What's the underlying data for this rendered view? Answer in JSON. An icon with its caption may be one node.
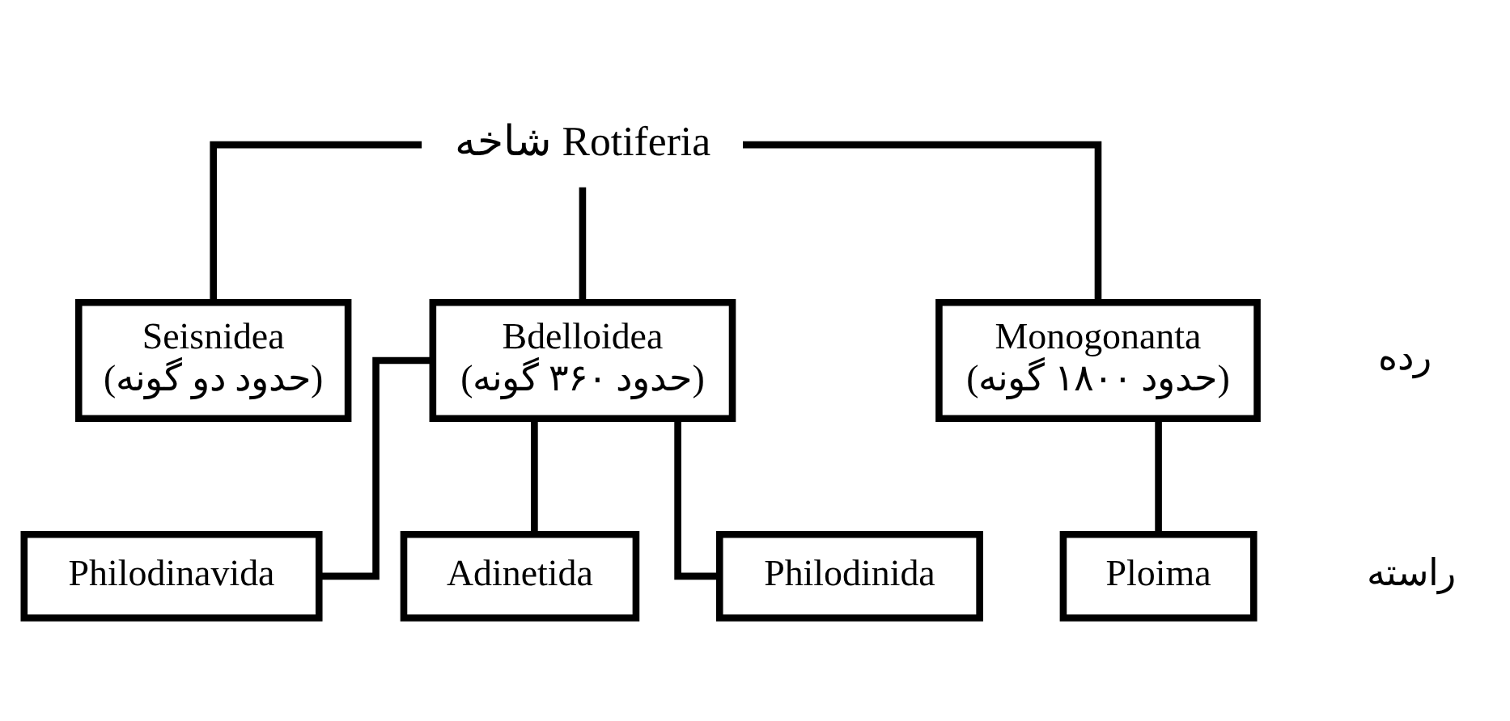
{
  "diagram": {
    "nodes": [
      {
        "text": [
          "شاخه Rotiferia"
        ]
      },
      {
        "text": [
          "Seisnidea",
          "(حدود دو گونه)"
        ]
      },
      {
        "text": [
          "Bdelloidea",
          "(حدود ۳۶۰ گونه)"
        ]
      },
      {
        "text": [
          "Monogonanta",
          "(حدود ۱۸۰۰ گونه)"
        ]
      },
      {
        "text": [
          "Philodinavida"
        ]
      },
      {
        "text": [
          "Adinetida"
        ]
      },
      {
        "text": [
          "Philodinida"
        ]
      },
      {
        "text": [
          "Ploima"
        ]
      }
    ],
    "edges": [
      {
        "from": 0,
        "to": 1,
        "arrow": "none"
      },
      {
        "from": 0,
        "to": 2,
        "arrow": "none"
      },
      {
        "from": 0,
        "to": 3,
        "arrow": "none"
      },
      {
        "from": 2,
        "to": 4,
        "arrow": "none"
      },
      {
        "from": 2,
        "to": 5,
        "arrow": "none"
      },
      {
        "from": 2,
        "to": 6,
        "arrow": "none"
      },
      {
        "from": 3,
        "to": 7,
        "arrow": "none"
      }
    ],
    "labels": [
      "رده",
      "راسته"
    ]
  }
}
